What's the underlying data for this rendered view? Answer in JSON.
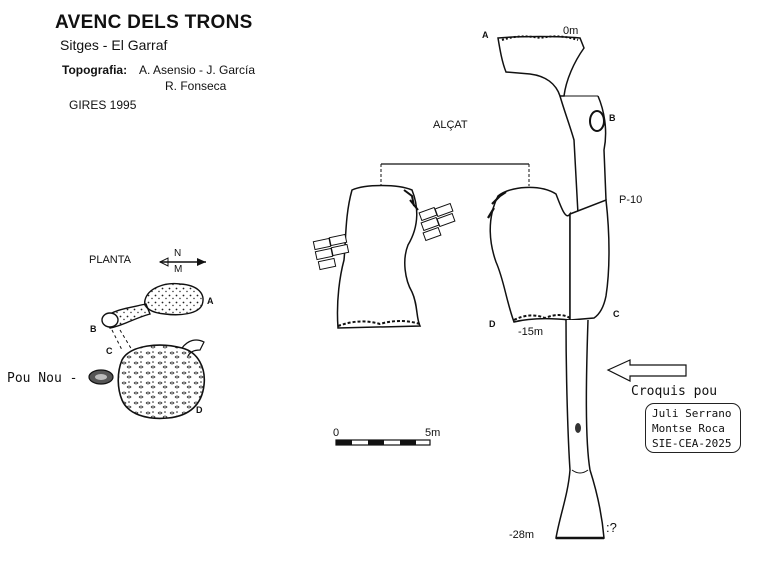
{
  "title": "AVENC DELS TRONS",
  "subtitle": "Sitges - El Garraf",
  "topography": {
    "label": "Topografia:",
    "names_line1": "A. Asensio - J. García",
    "names_line2": "R. Fonseca"
  },
  "group": "GIRES   1995",
  "plan": {
    "label": "PLANTA",
    "compass_n": "N",
    "compass_m": "M",
    "points": [
      "A",
      "B",
      "C",
      "D"
    ]
  },
  "section": {
    "label": "ALÇAT",
    "points": [
      "A",
      "B",
      "C",
      "D"
    ],
    "depth_labels": [
      "0m",
      "P-10",
      "-15m",
      "-28m"
    ],
    "end_mark": ":?"
  },
  "scale": {
    "start": "0",
    "end": "5m"
  },
  "well": {
    "pou_nou_label": "Pou Nou -",
    "sketch_label": "Croquis pou",
    "credits": [
      "Juli Serrano",
      "Montse Roca",
      "SIE-CEA-2025"
    ]
  }
}
